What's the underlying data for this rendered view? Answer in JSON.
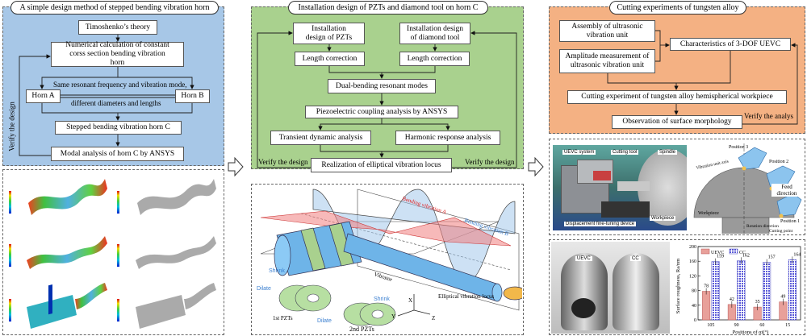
{
  "colors": {
    "blue_panel": "#a7c7e7",
    "green_panel": "#a9d18e",
    "orange_panel": "#f4b183",
    "uevc_bar": "#e8a09a",
    "cc_bar": "#6a6ae0"
  },
  "panel1": {
    "title": "A simple design method of stepped bending vibration horn",
    "timoshenko": "Timoshenko’s theory",
    "numerical": "Numerical calculation of constant corss section bending vibration horn",
    "same_resonant": "Same resonant frequency and vibration mode,",
    "different": "different diameters and lengths",
    "horn_a": "Horn A",
    "horn_b": "Horn B",
    "stepped": "Stepped bending vibration horn C",
    "modal": "Modal analysis of horn C by ANSYS",
    "verify": "Verify the design"
  },
  "panel2": {
    "title": "Installation design of PZTs and diamond tool on horn C",
    "pzts": "Installation design of PZTs",
    "diamond": "Installation design of diamond tool",
    "length_left": "Length correction",
    "length_right": "Length correction",
    "dual": "Dual-bending resonant modes",
    "piezo": "Piezoelectric coupling analysis by ANSYS",
    "transient": "Transient dynamic analysis",
    "harmonic": "Harmonic response analysis",
    "realization": "Realization of elliptical vibration locus",
    "verify_left": "Verify the design",
    "verify_right": "Verify the design"
  },
  "panel3": {
    "title": "Cutting experiments of tungsten alloy",
    "assembly": "Assembly of ultrasonic vibration unit",
    "amplitude": "Amplitude measurement of ultrasonic vibration unit",
    "characteristics": "Characteristics of 3-DOF UEVC",
    "cutting": "Cutting experiment of tungsten alloy hemispherical workpiece",
    "observation": "Observation of surface morphology",
    "verify": "Verify the analys"
  },
  "vibrator": {
    "bending_a": "Bending vibration A",
    "bending_b": "Bending vibration B",
    "vibrator": "Vibrator",
    "locus": "Elliptical vibration locus",
    "pzt1": "1st PZTs",
    "pzt2": "2nd PZTs",
    "shrink": "Shrink",
    "dilate": "Dilate",
    "x": "X",
    "y": "Y",
    "z": "Z"
  },
  "photo": {
    "uevc_system": "UEVC system",
    "cutting_tool": "Cutting tool",
    "spindle": "Spindle",
    "fine_tuning": "Displacement fine-tuning device",
    "workpiece": "Workpiece"
  },
  "schematic": {
    "position1": "Position 1",
    "position2": "Position 2",
    "position3": "Position 3",
    "axis": "Vibration unit axis",
    "feed": "Feed direction",
    "workpiece": "Workpiece",
    "rotation": "Rotation direction",
    "cutting_point": "Cutting point"
  },
  "samples": {
    "uevc": "UEVC",
    "cc": "CC"
  },
  "chart_data": {
    "type": "bar",
    "categories": [
      "105",
      "90",
      "60",
      "15"
    ],
    "series": [
      {
        "name": "UEVC",
        "values": [
          78,
          42,
          35,
          49
        ]
      },
      {
        "name": "CC",
        "values": [
          159,
          162,
          157,
          164
        ]
      }
    ],
    "xlabel": "Positions of αi(°)",
    "ylabel": "Surface roughness, Ra/nm",
    "ylim": [
      0,
      200
    ],
    "yticks": [
      "0",
      "40",
      "80",
      "120",
      "160",
      "200"
    ],
    "legend": "top-left",
    "error_bars": true
  }
}
